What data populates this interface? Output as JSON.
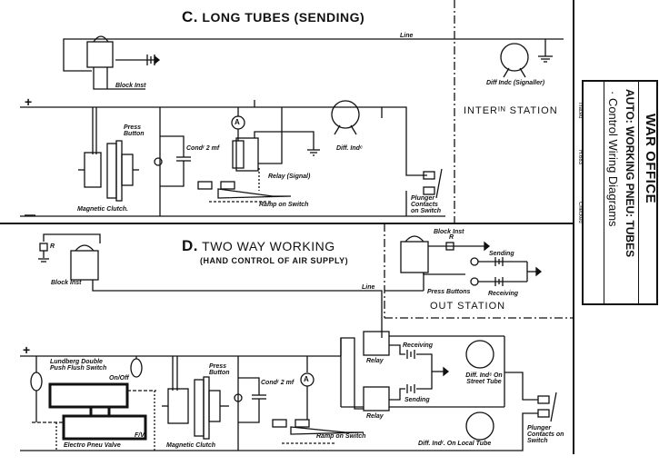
{
  "section_c": {
    "letter": "C.",
    "title": "LONG TUBES (SENDING)",
    "labels": {
      "block_inst": "Block Inst",
      "line": "Line",
      "diff_indc_signaller": "Diff Indc (Signaller)",
      "inter_station": "INTERᴵᴺ STATION",
      "plus": "+",
      "minus": "—",
      "press_button": "Press Button",
      "magnetic_clutch": "Magnetic Clutch.",
      "condr": "Condʳ 2 mf",
      "relay_signal": "Relay (Signal)",
      "ramp_on_switch": "Ramp on Switch",
      "diff_indc": "Diff. Indᶜ",
      "plunger_contacts": "Plunger Contacts on Switch",
      "ammeter": "A"
    }
  },
  "section_d": {
    "letter": "D.",
    "title": "TWO WAY WORKING",
    "subtitle": "(HAND CONTROL OF AIR SUPPLY)",
    "labels": {
      "block_inst_left": "Block Inst",
      "r_left": "R",
      "block_inst_out": "Block Inst",
      "r_out": "R",
      "sending_out": "Sending",
      "receiving_out": "Receiving",
      "press_buttons": "Press Buttons",
      "out_station": "OUT STATION",
      "line": "Line",
      "plus": "+",
      "lundberg": "Lundberg Double Push Flush Switch",
      "on_off": "On/Off",
      "fv": "F/V",
      "electro_pneu": "Electro Pneu Valve",
      "magnetic_clutch": "Magnetic Clutch",
      "press_button": "Press Button",
      "condr": "Condʳ 2 mf",
      "ramp_on_switch": "Ramp on Switch",
      "relay_top": "Relay",
      "relay_bottom": "Relay",
      "receiving": "Receiving",
      "sending": "Sending",
      "diff_indc_street": "Diff. Indᶜ On Street Tube",
      "diff_indr_local": "Diff. Indʳ. On Local Tube",
      "plunger_contacts": "Plunger Contacts on Switch",
      "ammeter": "A"
    }
  },
  "title_block": {
    "org": "WAR OFFICE",
    "title": "AUTO: WORKING PNEU: TUBES",
    "subtitle": "· Control Wiring Diagrams",
    "side_notes": [
      "Traced",
      "H.683",
      "Checked"
    ]
  }
}
